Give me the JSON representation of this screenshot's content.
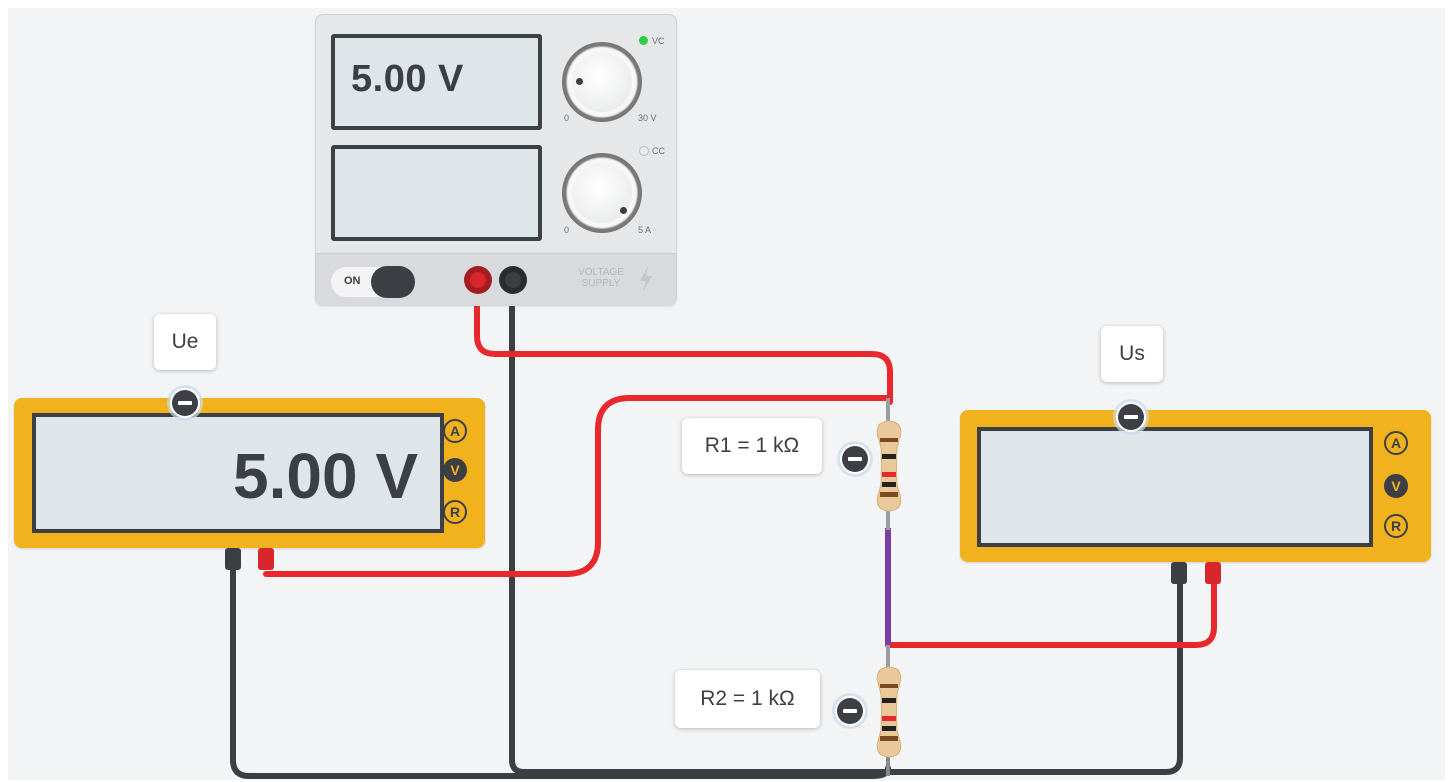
{
  "supply": {
    "readout": "5.00 V",
    "vc_label": "VC",
    "cc_label": "CC",
    "knob_top_min": "0",
    "knob_top_max": "30 V",
    "knob_bottom_min": "0",
    "knob_bottom_max": "5 A",
    "on_label": "ON",
    "label_line1": "VOLTAGE",
    "label_line2": "SUPPLY",
    "vc_led_color": "#2ecc40",
    "cc_led_color": "#d0d2d6"
  },
  "meter_ue": {
    "tag": "Ue",
    "readout": "5.00 V",
    "mode_a": "A",
    "mode_v": "V",
    "mode_r": "R",
    "active_mode": "V"
  },
  "meter_us": {
    "tag": "Us",
    "readout": "",
    "mode_a": "A",
    "mode_v": "V",
    "mode_r": "R",
    "active_mode": "V"
  },
  "resistors": {
    "r1_label": "R1 = 1 kΩ",
    "r2_label": "R2 = 1 kΩ"
  },
  "colors": {
    "wire_red": "#e8282d",
    "wire_black": "#3b3e43",
    "wire_purple": "#7b3fa3",
    "meter_yellow": "#f2b21d",
    "jack_red": "#d7262c",
    "jack_black": "#3b3e43"
  }
}
